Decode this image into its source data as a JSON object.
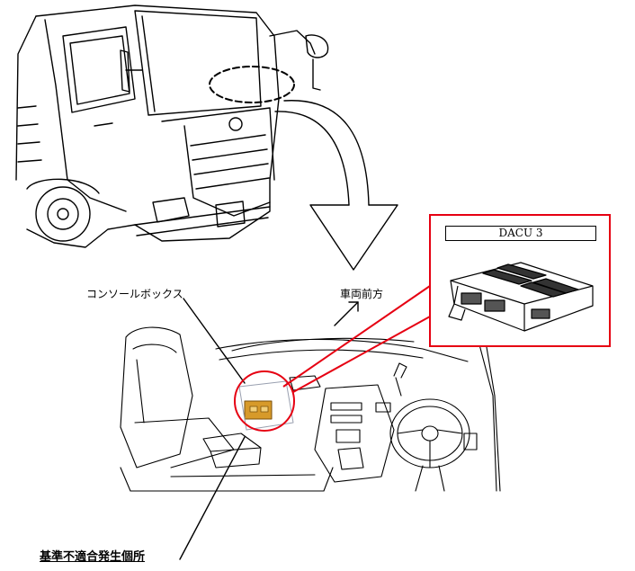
{
  "inset": {
    "title": "DACU 3",
    "border_color": "#e60012"
  },
  "labels": {
    "console_box": "コンソールボックス",
    "vehicle_front": "車両前方",
    "defect_location": "基準不適合発生個所"
  },
  "colors": {
    "highlight": "#e60012",
    "component": "#d79a2a",
    "line": "#000000"
  }
}
